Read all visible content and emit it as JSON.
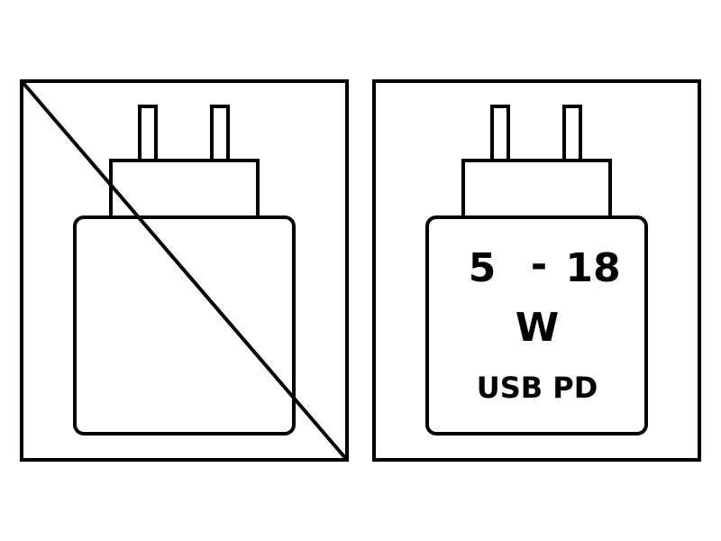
{
  "panels": {
    "left": {
      "meaning": "crossed-out",
      "icon": "charger-plug-icon"
    },
    "right": {
      "icon": "charger-plug-icon",
      "power_min": "5",
      "dash": "-",
      "power_max": "18",
      "unit": "W",
      "standard": "USB PD"
    }
  },
  "colors": {
    "stroke": "#000000",
    "background": "#ffffff"
  }
}
